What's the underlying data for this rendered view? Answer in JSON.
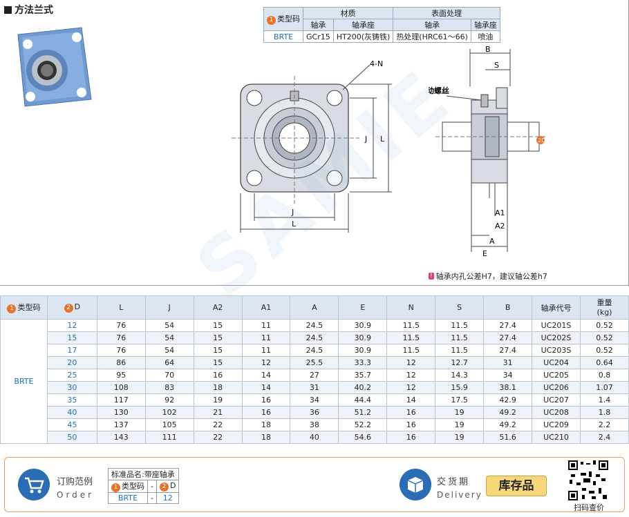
{
  "page": {
    "title": "方法兰式",
    "note": "轴承内孔公差H7，建议轴公差h7",
    "note_tag": "!"
  },
  "material_table": {
    "h_type": "类型码",
    "h_num": "1",
    "h_material": "材质",
    "h_surface": "表面处理",
    "sub": [
      "轴承",
      "轴承座",
      "轴承",
      "轴承座"
    ],
    "row": [
      "BRTE",
      "GCr15",
      "HT200(灰铸铁)",
      "热处理(HRC61～66)",
      "喷油"
    ]
  },
  "drawing_labels": {
    "four_n": "4-N",
    "j_top": "J",
    "l_top": "L",
    "j_side": "J",
    "l_side": "L",
    "b": "B",
    "s": "S",
    "lock_screw": "止动螺丝",
    "d": "2D",
    "a1": "A1",
    "a2": "A2",
    "a": "A",
    "e": "E"
  },
  "spec_table": {
    "headers": [
      "类型码",
      "D",
      "L",
      "J",
      "A2",
      "A1",
      "A",
      "E",
      "N",
      "S",
      "B",
      "轴承代号",
      "重量\n(kg)"
    ],
    "type_label": "BRTE",
    "rows": [
      [
        "12",
        "76",
        "54",
        "15",
        "11",
        "24.5",
        "30.9",
        "11.5",
        "11.5",
        "27.4",
        "UC201S",
        "0.52"
      ],
      [
        "15",
        "76",
        "54",
        "15",
        "11",
        "24.5",
        "30.9",
        "11.5",
        "11.5",
        "27.4",
        "UC202S",
        "0.52"
      ],
      [
        "17",
        "76",
        "54",
        "15",
        "11",
        "24.5",
        "30.9",
        "11.5",
        "11.5",
        "27.4",
        "UC203S",
        "0.52"
      ],
      [
        "20",
        "86",
        "64",
        "15",
        "12",
        "25.5",
        "33.3",
        "12",
        "12.7",
        "31",
        "UC204",
        "0.64"
      ],
      [
        "25",
        "95",
        "70",
        "16",
        "14",
        "27",
        "35.7",
        "12",
        "14.3",
        "34",
        "UC205",
        "0.8"
      ],
      [
        "30",
        "108",
        "83",
        "18",
        "14",
        "31",
        "40.2",
        "12",
        "15.9",
        "38.1",
        "UC206",
        "1.07"
      ],
      [
        "35",
        "117",
        "92",
        "19",
        "16",
        "34",
        "44.4",
        "14",
        "17.5",
        "42.9",
        "UC207",
        "1.4"
      ],
      [
        "40",
        "130",
        "102",
        "21",
        "16",
        "36",
        "51.2",
        "16",
        "19",
        "49.2",
        "UC208",
        "1.8"
      ],
      [
        "45",
        "137",
        "105",
        "22",
        "18",
        "38",
        "52.2",
        "16",
        "19",
        "49.2",
        "UC209",
        "2.2"
      ],
      [
        "50",
        "143",
        "111",
        "22",
        "18",
        "40",
        "54.6",
        "16",
        "19",
        "51.6",
        "UC210",
        "2.4"
      ]
    ]
  },
  "order": {
    "title": "订购范例",
    "subtitle": "Order",
    "std_name_label": "标准品名:",
    "std_name": "带座轴承",
    "col_type": "类型码",
    "col_d": "D",
    "dash": "-",
    "type": "BRTE",
    "d": "12"
  },
  "delivery": {
    "title": "交货期",
    "subtitle": "Delivery",
    "stock": "库存品"
  },
  "qr": {
    "label": "扫码查价"
  },
  "colors": {
    "accent_orange": "#e8722a",
    "header_blue": "#dbe6f2",
    "link_blue": "#1a6fc0"
  }
}
